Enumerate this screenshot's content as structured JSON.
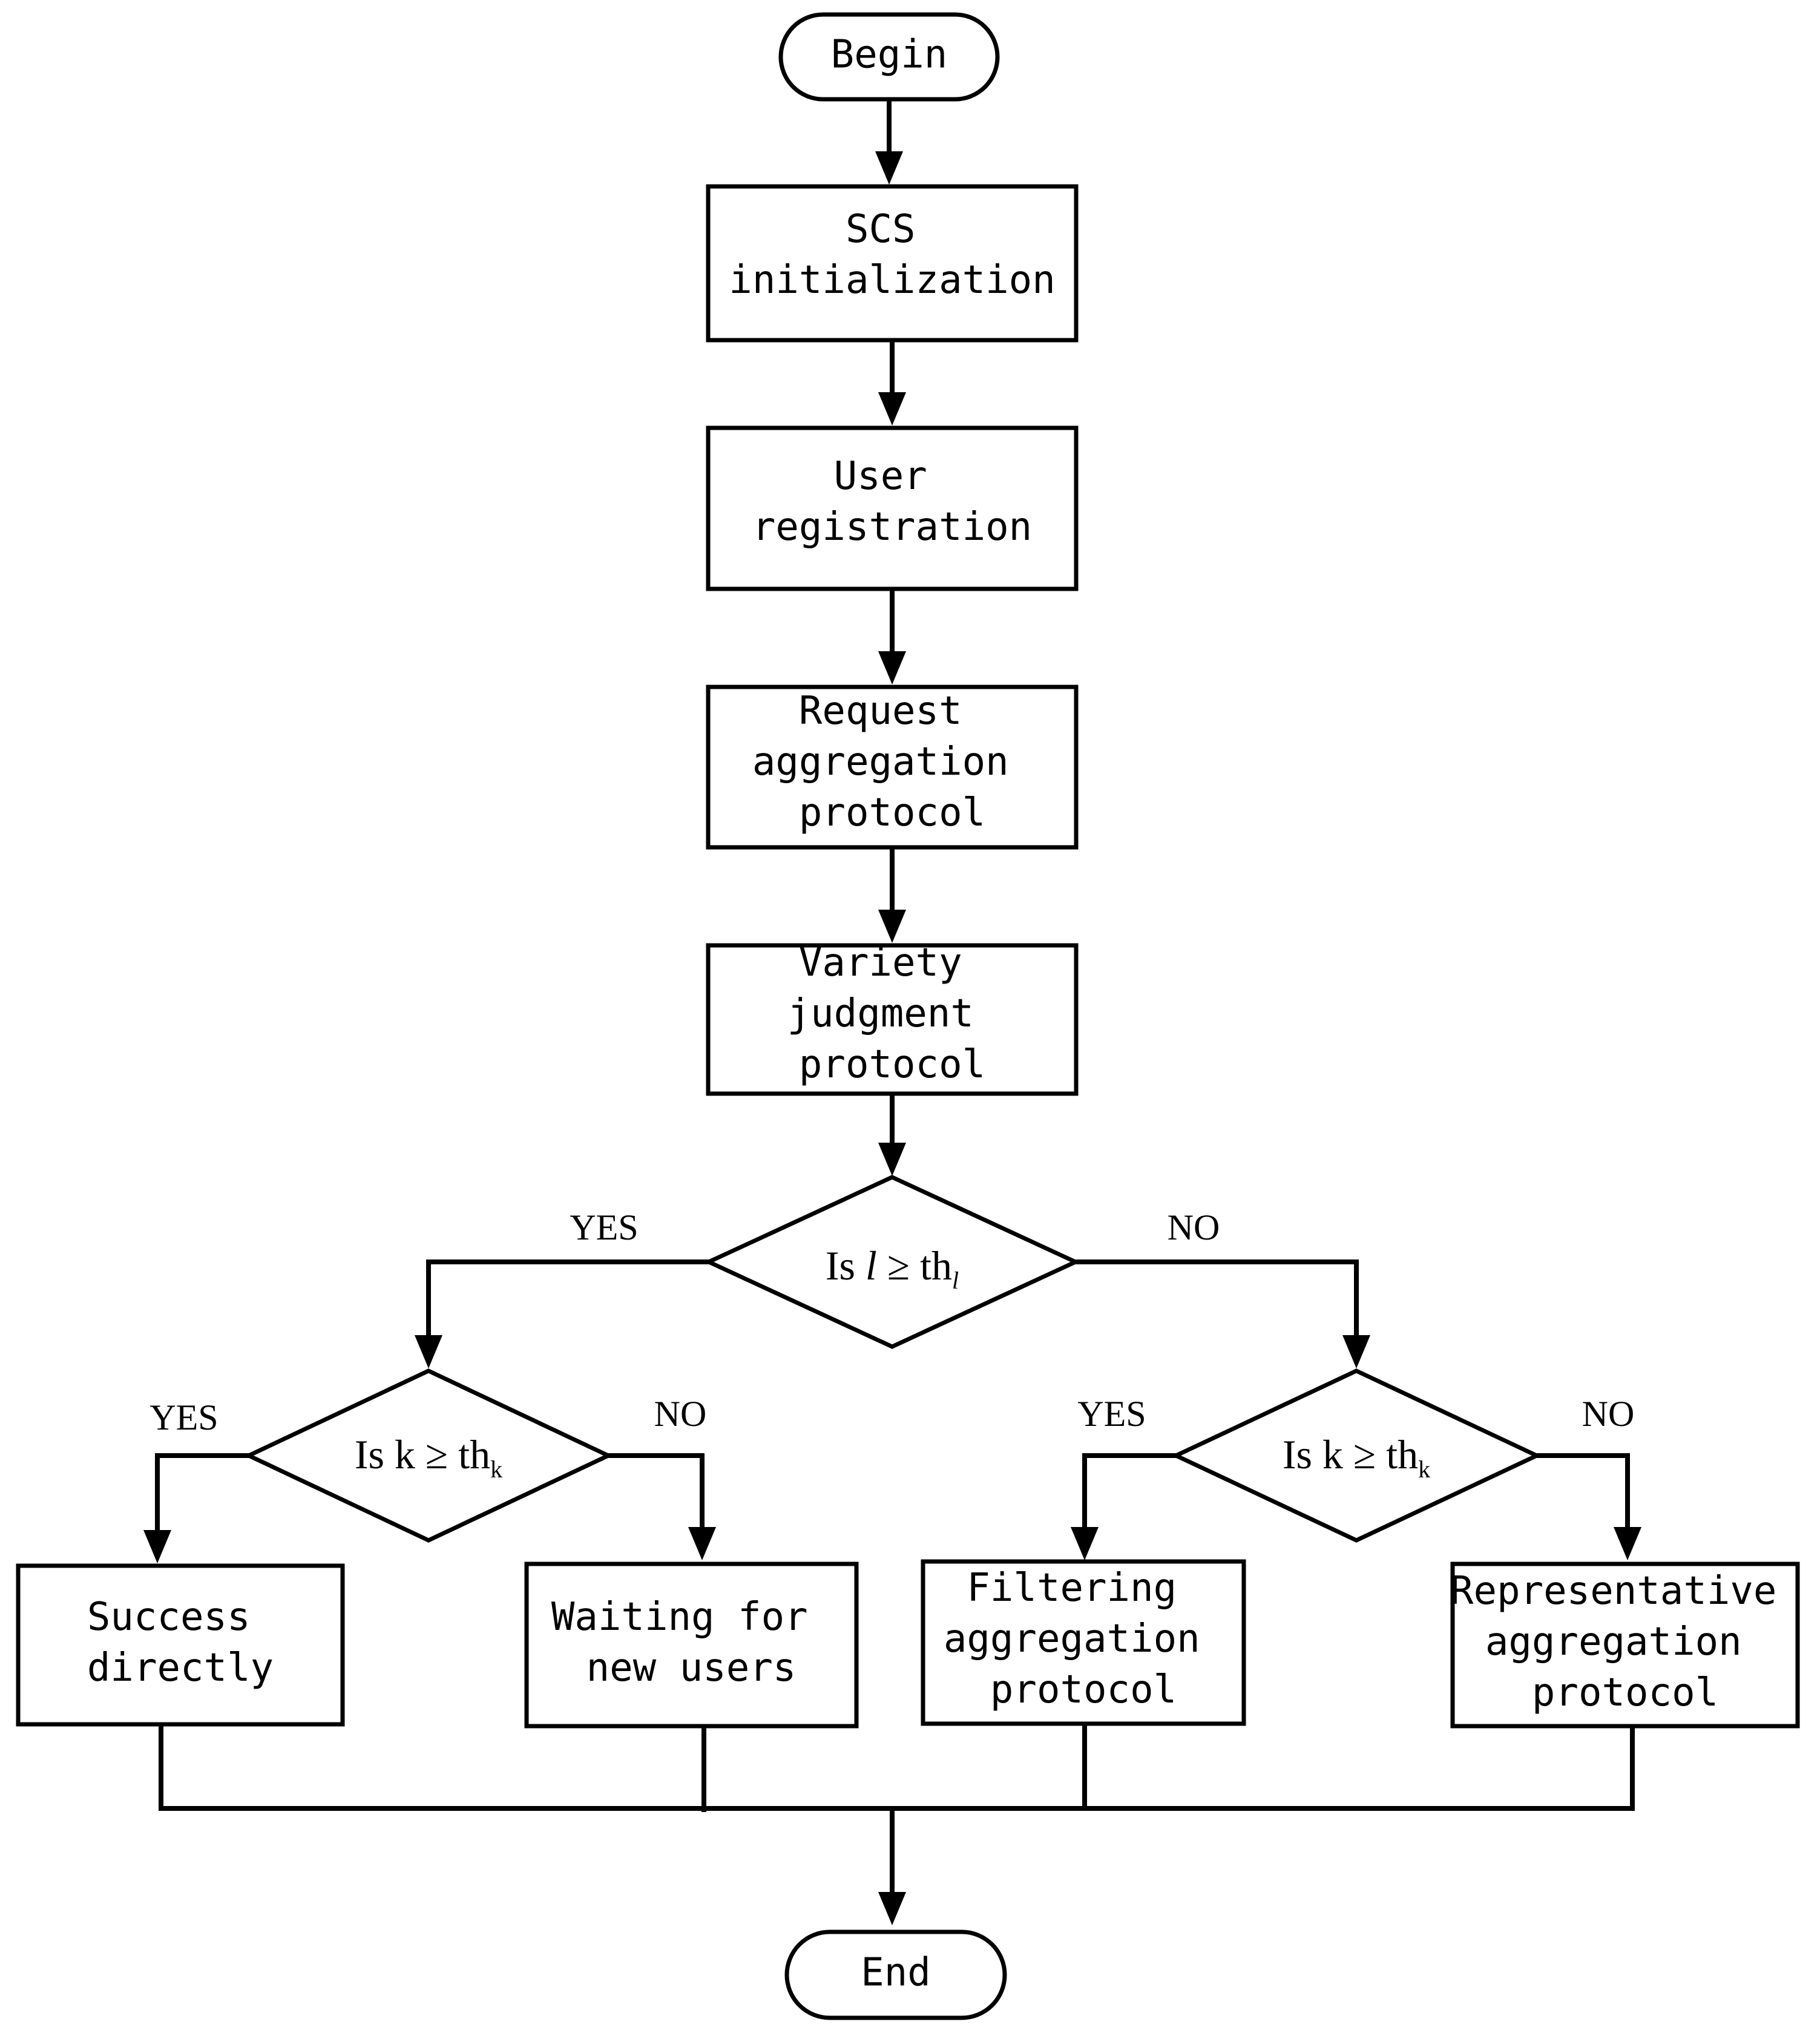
{
  "diagram": {
    "start": {
      "label": "Begin"
    },
    "end": {
      "label": "End"
    },
    "steps": [
      {
        "id": "scs",
        "lines": [
          "SCS",
          "initialization"
        ]
      },
      {
        "id": "registration",
        "lines": [
          "User",
          "registration"
        ]
      },
      {
        "id": "request",
        "lines": [
          "Request",
          "aggregation",
          "protocol"
        ]
      },
      {
        "id": "variety",
        "lines": [
          "Variety",
          "judgment",
          "protocol"
        ]
      }
    ],
    "decisions": {
      "top": {
        "prefix": "Is ",
        "var": "l",
        "op": " ≥ th",
        "sub": "l"
      },
      "left": {
        "prefix": "Is k ≥ th",
        "sub": "k"
      },
      "right": {
        "prefix": "Is k ≥ th",
        "sub": "k"
      }
    },
    "branches": {
      "yes": "YES",
      "no": "NO"
    },
    "outcomes": [
      {
        "id": "success",
        "lines": [
          "Success",
          "directly"
        ]
      },
      {
        "id": "waiting",
        "lines": [
          "Waiting for",
          "new users"
        ]
      },
      {
        "id": "filtering",
        "lines": [
          "Filtering",
          "aggregation",
          "protocol"
        ]
      },
      {
        "id": "representative",
        "lines": [
          "Representative",
          "aggregation",
          "protocol"
        ]
      }
    ]
  }
}
